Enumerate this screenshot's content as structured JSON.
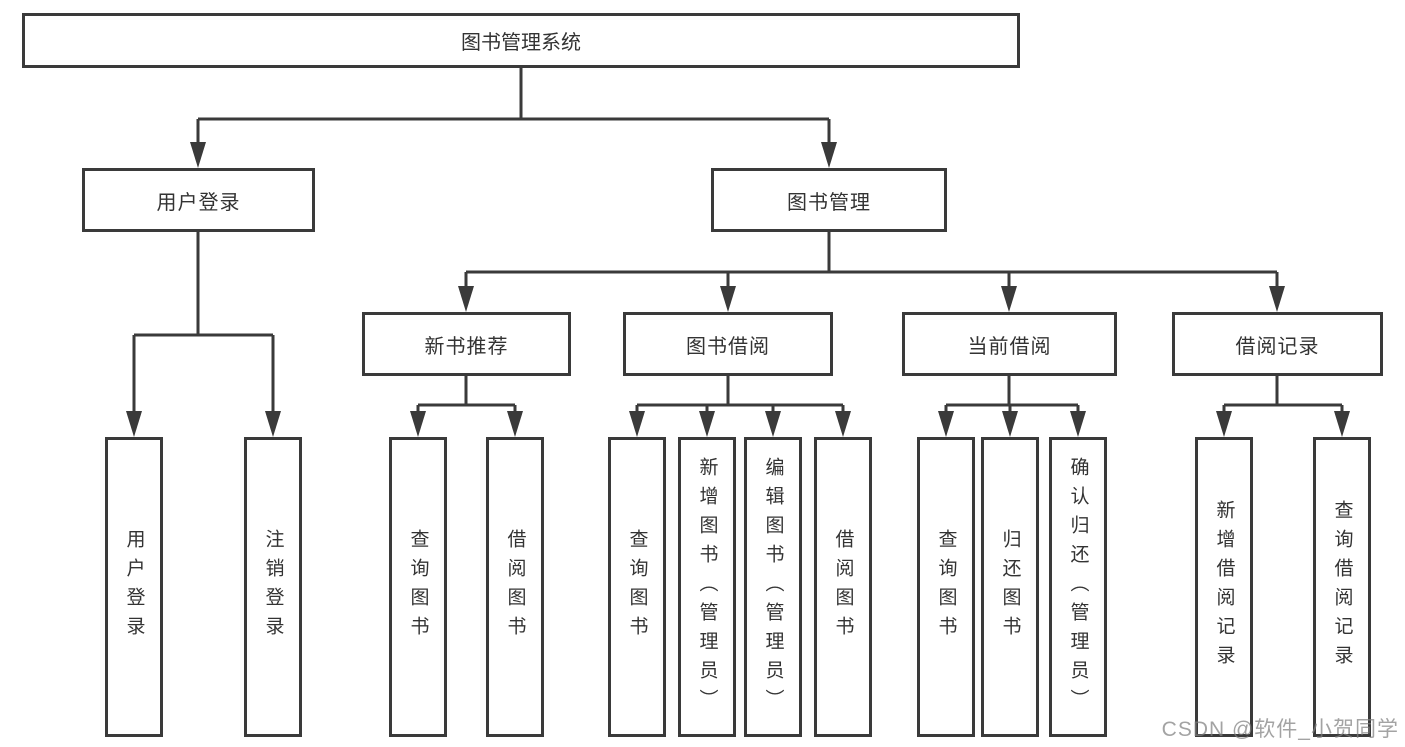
{
  "tree": {
    "root": {
      "label": "图书管理系统"
    },
    "level2": [
      {
        "id": "user-login",
        "label": "用户登录"
      },
      {
        "id": "book-management",
        "label": "图书管理"
      }
    ],
    "level3": [
      {
        "id": "new-book-recommend",
        "label": "新书推荐"
      },
      {
        "id": "book-borrowing",
        "label": "图书借阅"
      },
      {
        "id": "current-borrowing",
        "label": "当前借阅"
      },
      {
        "id": "borrowing-records",
        "label": "借阅记录"
      }
    ],
    "leaves": {
      "user_login": [
        {
          "label": "用户登录"
        },
        {
          "label": "注销登录"
        }
      ],
      "new_book_recommend": [
        {
          "label": "查询图书"
        },
        {
          "label": "借阅图书"
        }
      ],
      "book_borrowing": [
        {
          "label": "查询图书"
        },
        {
          "label": "新增图书（管理员）"
        },
        {
          "label": "编辑图书（管理员）"
        },
        {
          "label": "借阅图书"
        }
      ],
      "current_borrowing": [
        {
          "label": "查询图书"
        },
        {
          "label": "归还图书"
        },
        {
          "label": "确认归还（管理员）"
        }
      ],
      "borrowing_records": [
        {
          "label": "新增借阅记录"
        },
        {
          "label": "查询借阅记录"
        }
      ]
    }
  },
  "watermark": {
    "text": "CSDN @软件_小贺同学"
  },
  "colors": {
    "line": "#3a3a3a",
    "box_border": "#3a3a3a",
    "text": "#333333",
    "watermark_gray": "#808080",
    "background": "#ffffff"
  }
}
